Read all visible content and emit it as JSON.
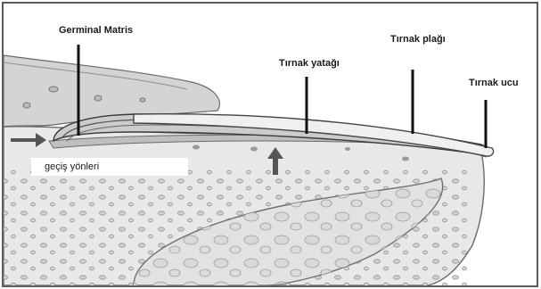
{
  "labels": {
    "germinal_matris": "Germinal Matris",
    "tirnak_yatagi": "Tırnak yatağı",
    "tirnak_plagi": "Tırnak plağı",
    "tirnak_ucu": "Tırnak ucu",
    "gecis_yonleri": "geçiş yönleri"
  },
  "colors": {
    "frame": "#5a5a5a",
    "arrow": "#555555"
  }
}
